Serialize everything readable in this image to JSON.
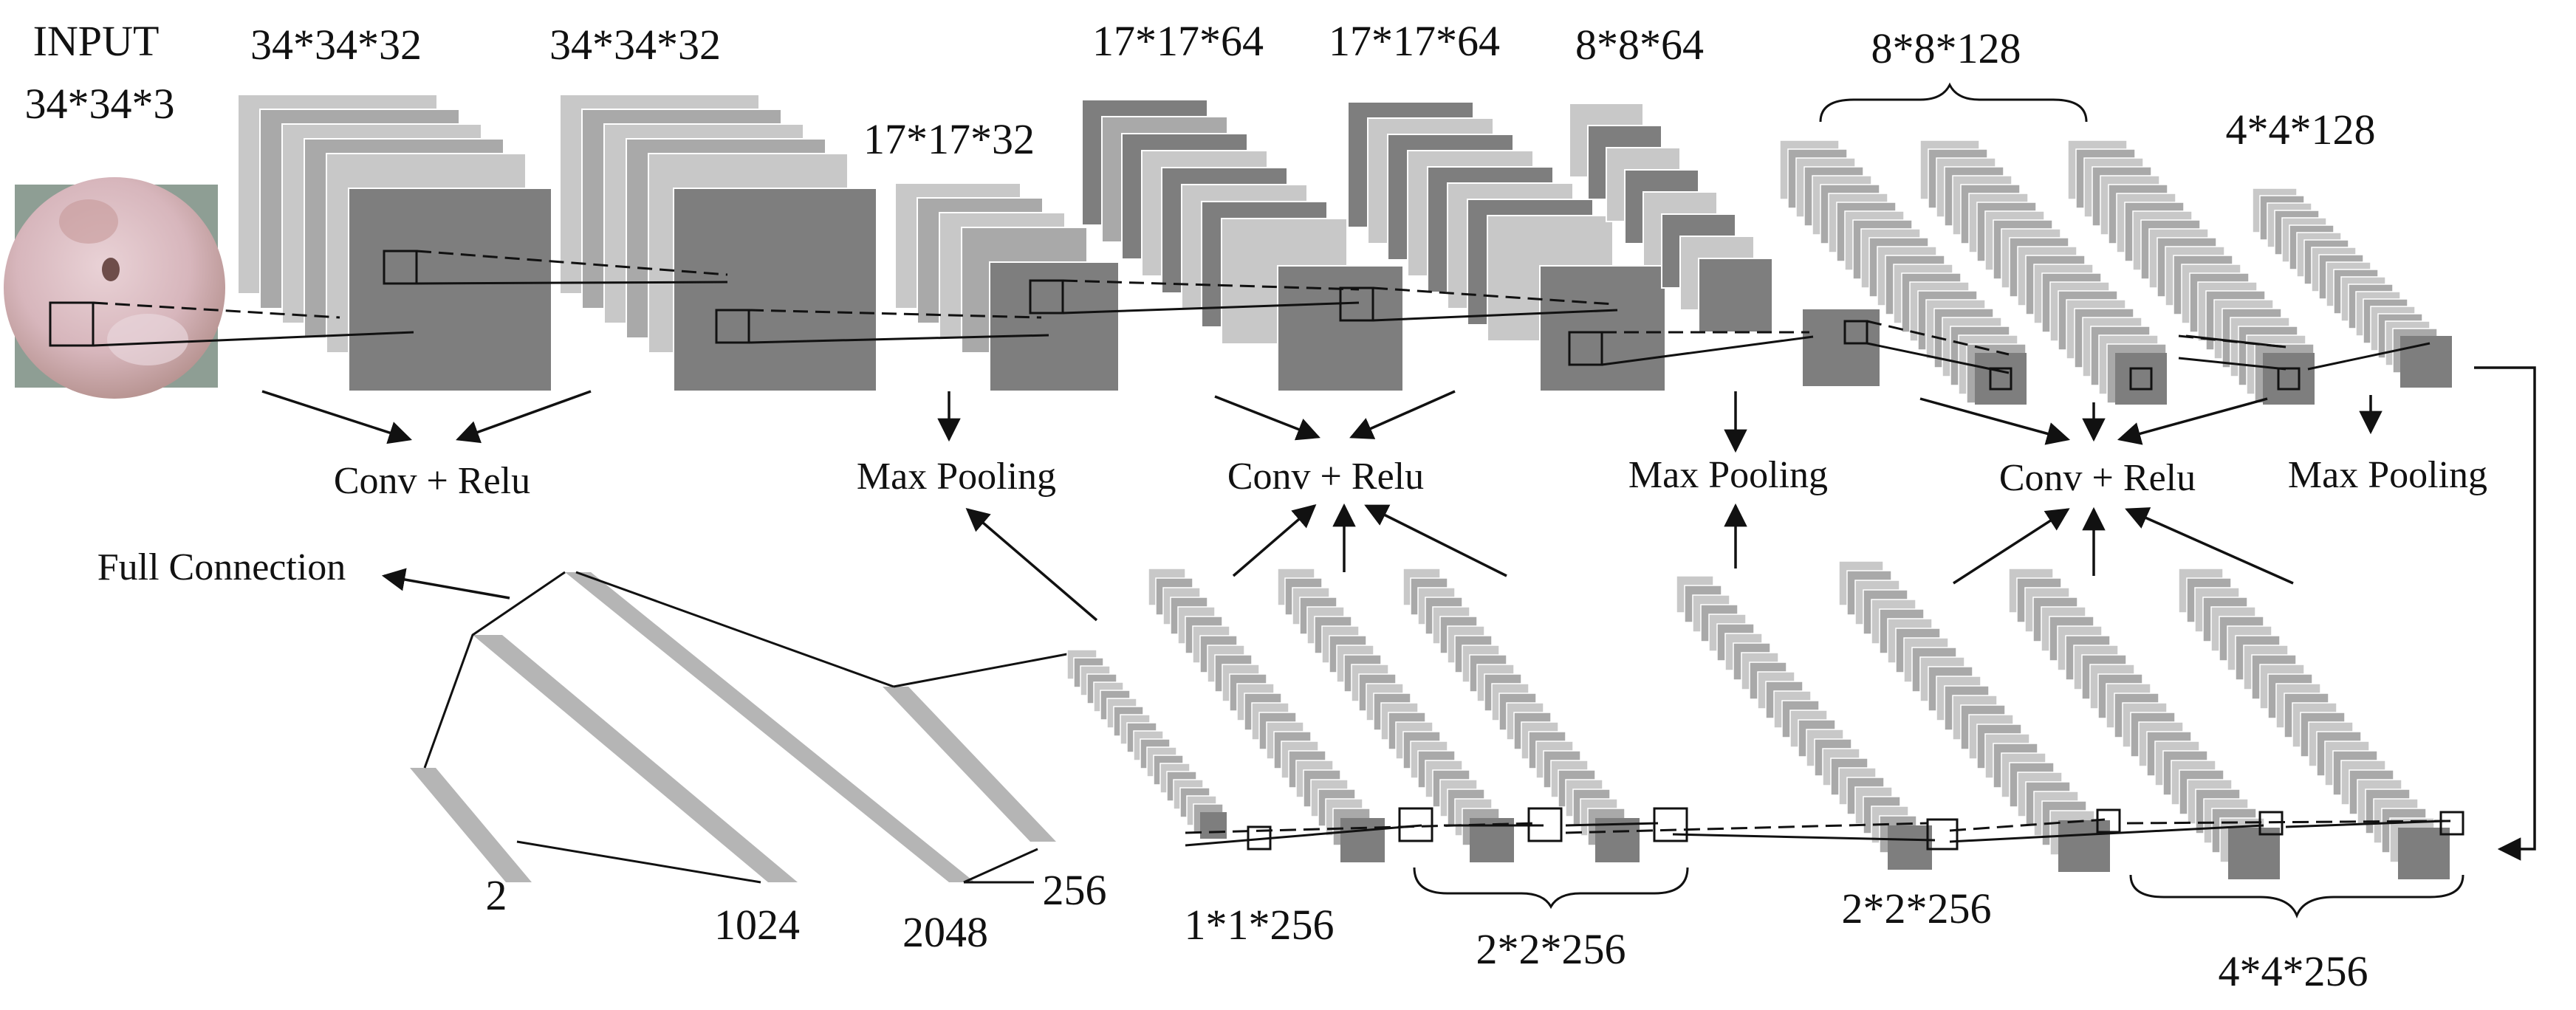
{
  "input": {
    "title": "INPUT",
    "size": "34*34*3"
  },
  "top_row": {
    "conv1_a": "34*34*32",
    "conv1_b": "34*34*32",
    "pool1": "17*17*32",
    "conv2_a": "17*17*64",
    "conv2_b": "17*17*64",
    "pool2": "8*8*64",
    "conv3_group": "8*8*128",
    "pool3": "4*4*128"
  },
  "bottom_row": {
    "fc_out": "2",
    "fc_1024": "1024",
    "fc_2048": "2048",
    "fc_256": "256",
    "deconv_1": "1*1*256",
    "deconv_2_group": "2*2*256",
    "deconv_2_single": "2*2*256",
    "deconv_4_group": "4*4*256"
  },
  "operations": {
    "conv_relu_1": "Conv + Relu",
    "max_pooling_1": "Max Pooling",
    "conv_relu_2": "Conv + Relu",
    "max_pooling_2": "Max Pooling",
    "conv_relu_3": "Conv + Relu",
    "max_pooling_3": "Max Pooling",
    "full_connection": "Full Connection"
  },
  "colors": {
    "map_light": "#c8c8c8",
    "map_mid": "#a9a9a9",
    "map_dark": "#7e7e7e",
    "fc_bar": "#b5b5b5",
    "line": "#111111"
  }
}
